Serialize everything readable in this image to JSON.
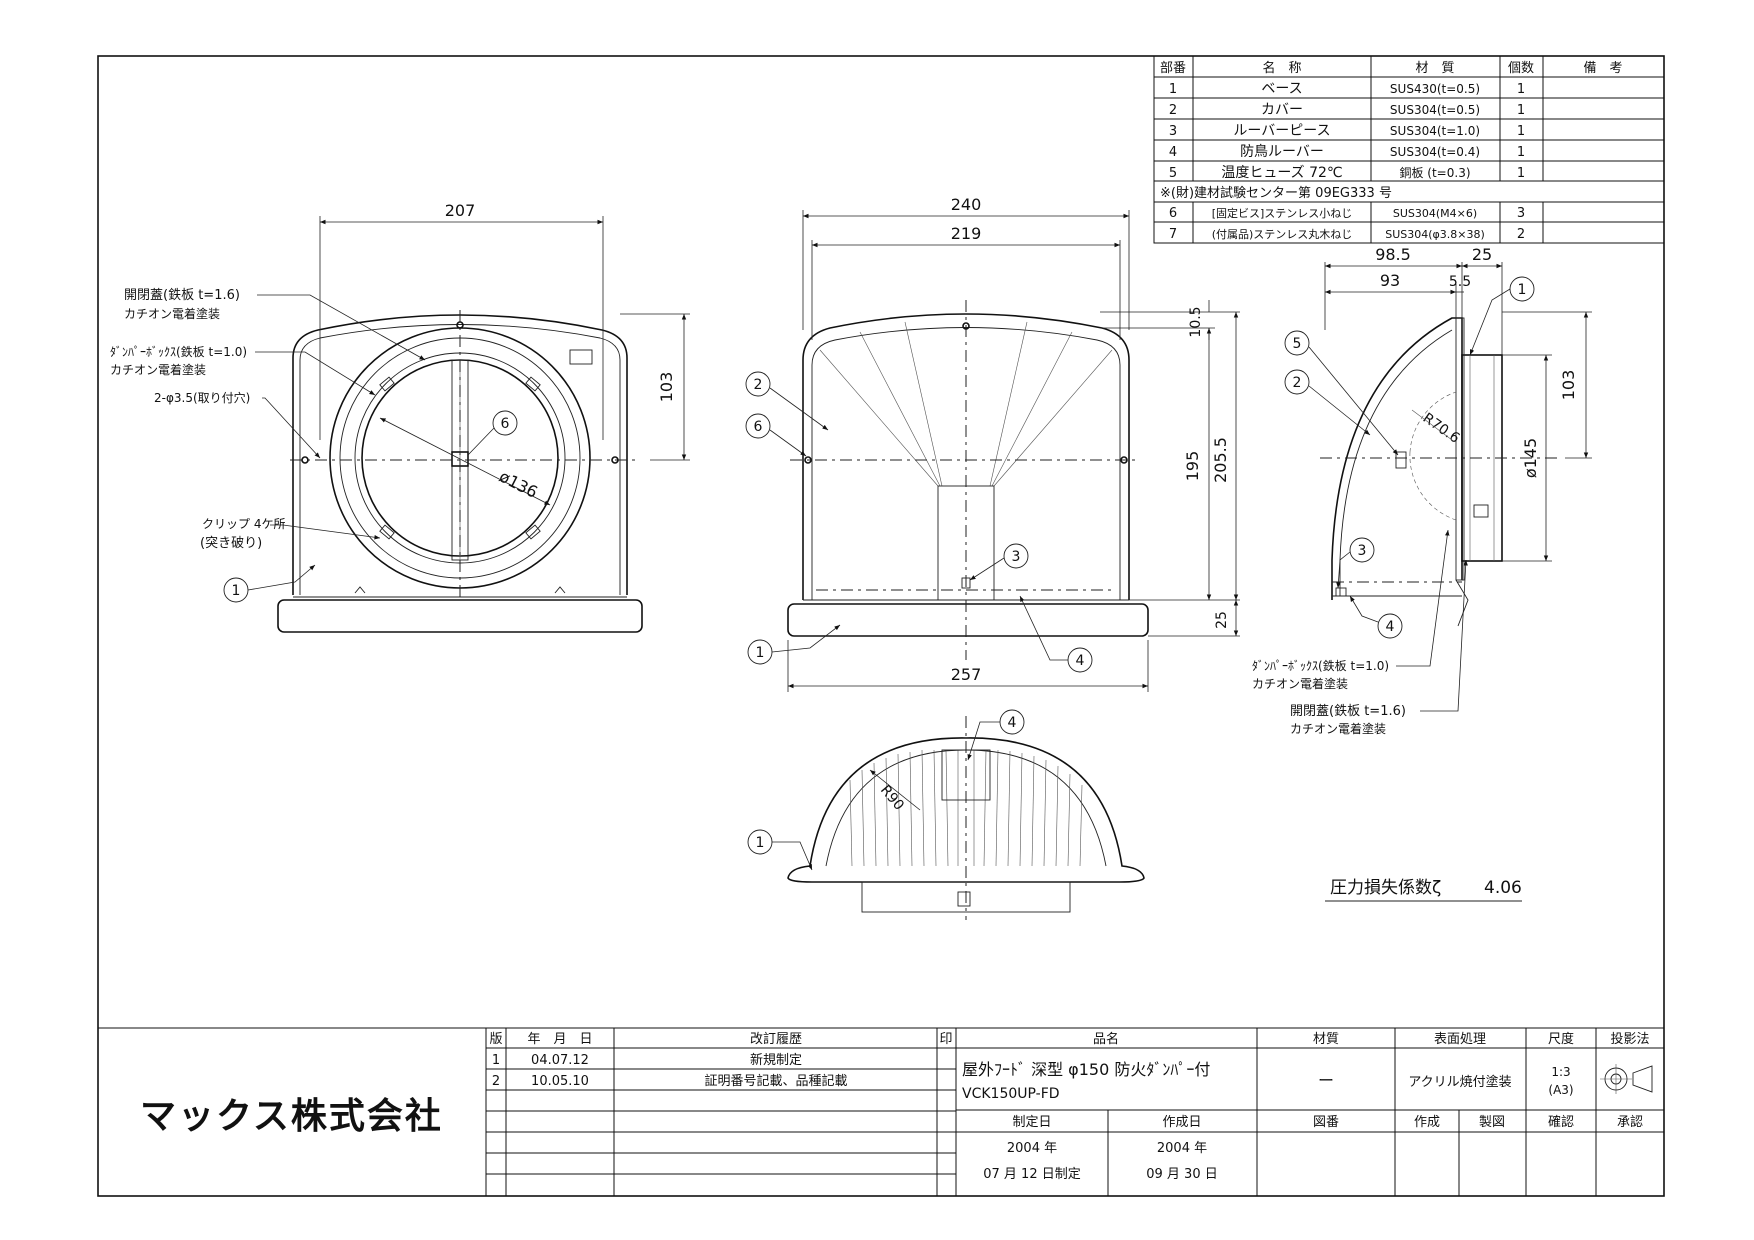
{
  "parts_table": {
    "headers": [
      "部番",
      "名　称",
      "材　質",
      "個数",
      "備　考"
    ],
    "rows": [
      {
        "no": "1",
        "name": "ベース",
        "material": "SUS430(t=0.5)",
        "qty": "1",
        "note": ""
      },
      {
        "no": "2",
        "name": "カバー",
        "material": "SUS304(t=0.5)",
        "qty": "1",
        "note": ""
      },
      {
        "no": "3",
        "name": "ルーバーピース",
        "material": "SUS304(t=1.0)",
        "qty": "1",
        "note": ""
      },
      {
        "no": "4",
        "name": "防鳥ルーバー",
        "material": "SUS304(t=0.4)",
        "qty": "1",
        "note": ""
      },
      {
        "no": "5",
        "name": "温度ヒューズ 72℃",
        "material": "銅板 (t=0.3)",
        "qty": "1",
        "note": ""
      }
    ],
    "certification": "※(財)建材試験センター第 09EG333 号",
    "rows2": [
      {
        "no": "6",
        "name": "[固定ビス]ステンレス小ねじ",
        "material": "SUS304(M4×6)",
        "qty": "3",
        "note": ""
      },
      {
        "no": "7",
        "name": "(付属品)ステンレス丸木ねじ",
        "material": "SUS304(φ3.8×38)",
        "qty": "2",
        "note": ""
      }
    ]
  },
  "front_view": {
    "dim_width": "207",
    "dim_height": "103",
    "note_lid_1": "開閉蓋(鉄板 t=1.6)",
    "note_lid_2": "カチオン電着塗装",
    "note_box_1": "ﾀﾞﾝﾊﾟｰﾎﾞｯｸｽ(鉄板 t=1.0)",
    "note_box_2": "カチオン電着塗装",
    "note_holes": "2-φ3.5(取り付穴)",
    "note_clip_1": "クリップ 4ケ所",
    "note_clip_2": "(突き破り)",
    "diameter": "ø136",
    "balloon_6": "6",
    "balloon_1": "1"
  },
  "middle_view": {
    "dim_240": "240",
    "dim_219": "219",
    "dim_257": "257",
    "dim_105": "10.5",
    "dim_195": "195",
    "dim_2055": "205.5",
    "dim_25": "25",
    "balloon_2": "2",
    "balloon_6": "6",
    "balloon_3": "3",
    "balloon_1": "1",
    "balloon_4": "4"
  },
  "side_view": {
    "dim_985": "98.5",
    "dim_25": "25",
    "dim_93": "93",
    "dim_55": "5.5",
    "dim_103": "103",
    "dim_145": "ø145",
    "radius": "R70.6",
    "balloon_1": "1",
    "balloon_5": "5",
    "balloon_2": "2",
    "balloon_3": "3",
    "balloon_4": "4",
    "note_box_1": "ﾀﾞﾝﾊﾟｰﾎﾞｯｸｽ(鉄板 t=1.0)",
    "note_box_2": "カチオン電着塗装",
    "note_lid_1": "開閉蓋(鉄板 t=1.6)",
    "note_lid_2": "カチオン電着塗装"
  },
  "bottom_view": {
    "radius": "R90",
    "balloon_4": "4",
    "balloon_1": "1"
  },
  "pressure_loss": {
    "label": "圧力損失係数ζ",
    "value": "4.06"
  },
  "title_block": {
    "company": "マックス株式会社",
    "rev_headers": {
      "ver": "版",
      "ymd": "年　月　日",
      "history": "改訂履歴",
      "seal": "印"
    },
    "revisions": [
      {
        "ver": "1",
        "date": "04.07.12",
        "desc": "新規制定"
      },
      {
        "ver": "2",
        "date": "10.05.10",
        "desc": "証明番号記載、品種記載"
      }
    ],
    "product_label": "品名",
    "product_name": "屋外ﾌｰﾄﾞ 深型 φ150 防火ﾀﾞﾝﾊﾟｰ付",
    "product_code": "VCK150UP-FD",
    "material_label": "材質",
    "material_value": "ー",
    "surface_label": "表面処理",
    "surface_value": "アクリル焼付塗装",
    "scale_label": "尺度",
    "scale_value": "1:3",
    "scale_paper": "(A3)",
    "projection_label": "投影法",
    "made_label": "制定日",
    "made_year": "2004 年",
    "made_date": "07 月 12 日制定",
    "created_label": "作成日",
    "created_year": "2004 年",
    "created_date": "09 月 30 日",
    "drawing_no_label": "図番",
    "author_label": "作成",
    "drafter_label": "製図",
    "checker_label": "確認",
    "approver_label": "承認"
  }
}
